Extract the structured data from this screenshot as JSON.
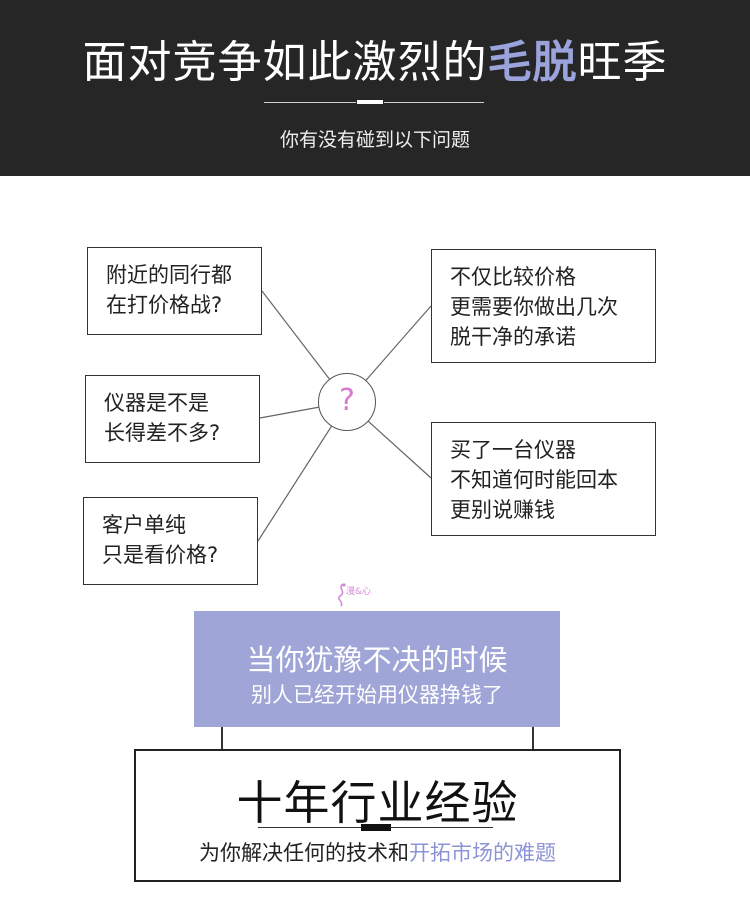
{
  "header": {
    "title_before": "面对竞争如此激烈的",
    "title_highlight": "毛脱",
    "title_after": "旺季",
    "subtitle": "你有没有碰到以下问题"
  },
  "center_symbol": "?",
  "questions": {
    "left": [
      {
        "line1": "附近的同行都",
        "line2": "在打价格战?"
      },
      {
        "line1": "仪器是不是",
        "line2": "长得差不多?"
      },
      {
        "line1": "客户单纯",
        "line2": "只是看价格?"
      }
    ],
    "right": [
      {
        "line1": "不仅比较价格",
        "line2": "更需要你做出几次",
        "line3": "脱干净的承诺"
      },
      {
        "line1": "买了一台仪器",
        "line2": "不知道何时能回本",
        "line3": "更别说赚钱"
      }
    ]
  },
  "logo": {
    "text": "漫&心"
  },
  "banner": {
    "line1": "当你犹豫不决的时候",
    "line2": "别人已经开始用仪器挣钱了"
  },
  "experience": {
    "title": "十年行业经验",
    "sub_before": "为你解决任何的技术和",
    "sub_highlight": "开拓市场的难题"
  },
  "colors": {
    "header_bg": "#262626",
    "accent": "#9aa3dc",
    "banner_bg": "#9fa5d6",
    "question_mark": "#d97ad0"
  }
}
